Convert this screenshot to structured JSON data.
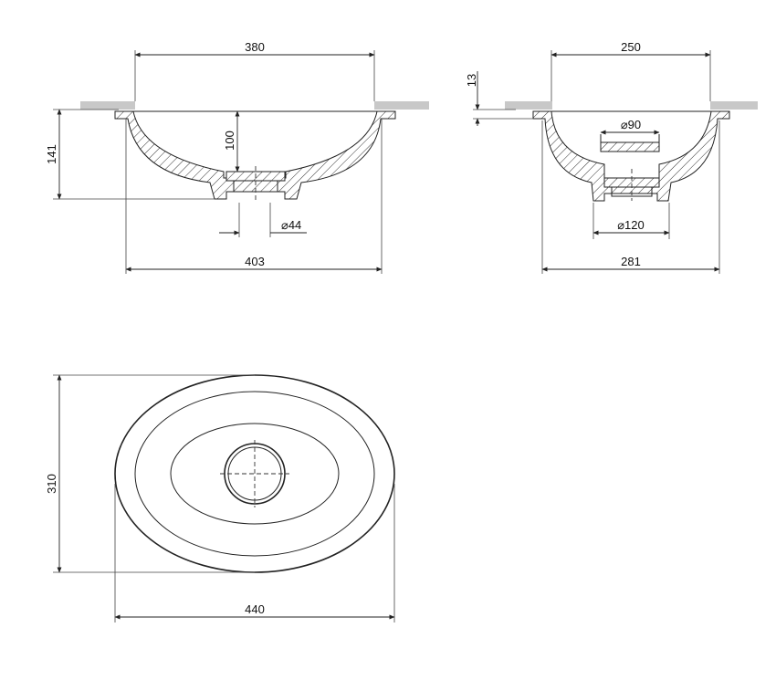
{
  "dimensions": {
    "front_top_width": "380",
    "front_height": "141",
    "front_depth": "100",
    "front_drain": "⌀44",
    "front_bottom_width": "403",
    "side_top_width": "250",
    "side_thickness": "13",
    "side_overflow": "⌀90",
    "side_drain": "⌀120",
    "side_bottom_width": "281",
    "plan_height": "310",
    "plan_width": "440"
  },
  "colors": {
    "line": "#222222",
    "countertop": "#c8c8c8"
  }
}
